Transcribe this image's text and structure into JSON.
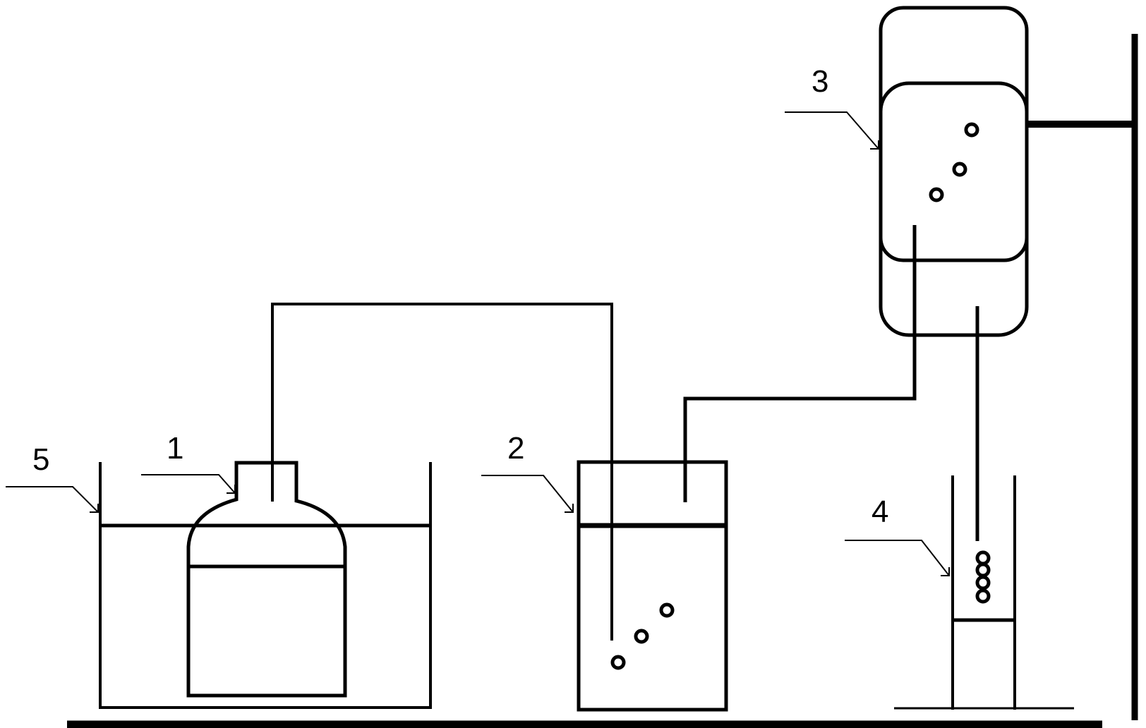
{
  "labels": {
    "flask": "1",
    "bottle": "2",
    "reservoir": "3",
    "tube": "4",
    "bath": "5"
  },
  "colors": {
    "line": "#000000",
    "background": "#ffffff"
  }
}
